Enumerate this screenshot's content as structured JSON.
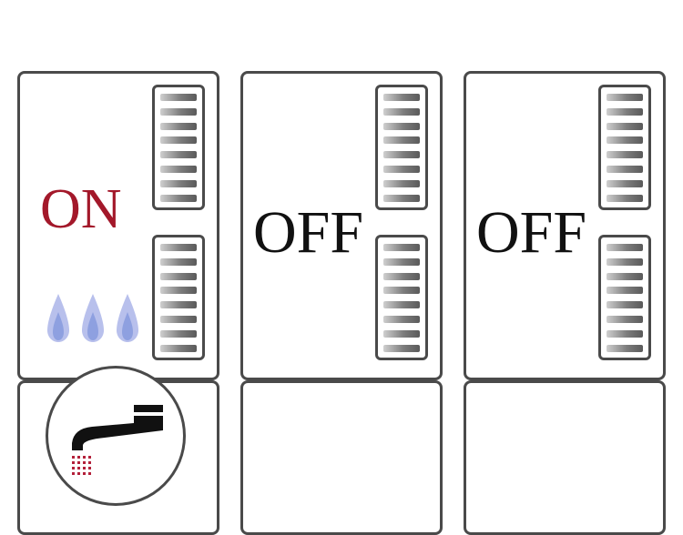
{
  "panels": [
    {
      "state": "ON",
      "state_color": "#a3182a",
      "burner_lit": true,
      "flame_icon": "gas-flame-icon",
      "flame_count": 3
    },
    {
      "state": "OFF",
      "state_color": "#111111",
      "burner_lit": false
    },
    {
      "state": "OFF",
      "state_color": "#111111",
      "burner_lit": false
    }
  ],
  "hot_water": {
    "icon": "faucet-icon",
    "active": true,
    "water_color": "#b3203a"
  },
  "colors": {
    "outline": "#4a4a4a",
    "flame": "#9aa6e0"
  }
}
